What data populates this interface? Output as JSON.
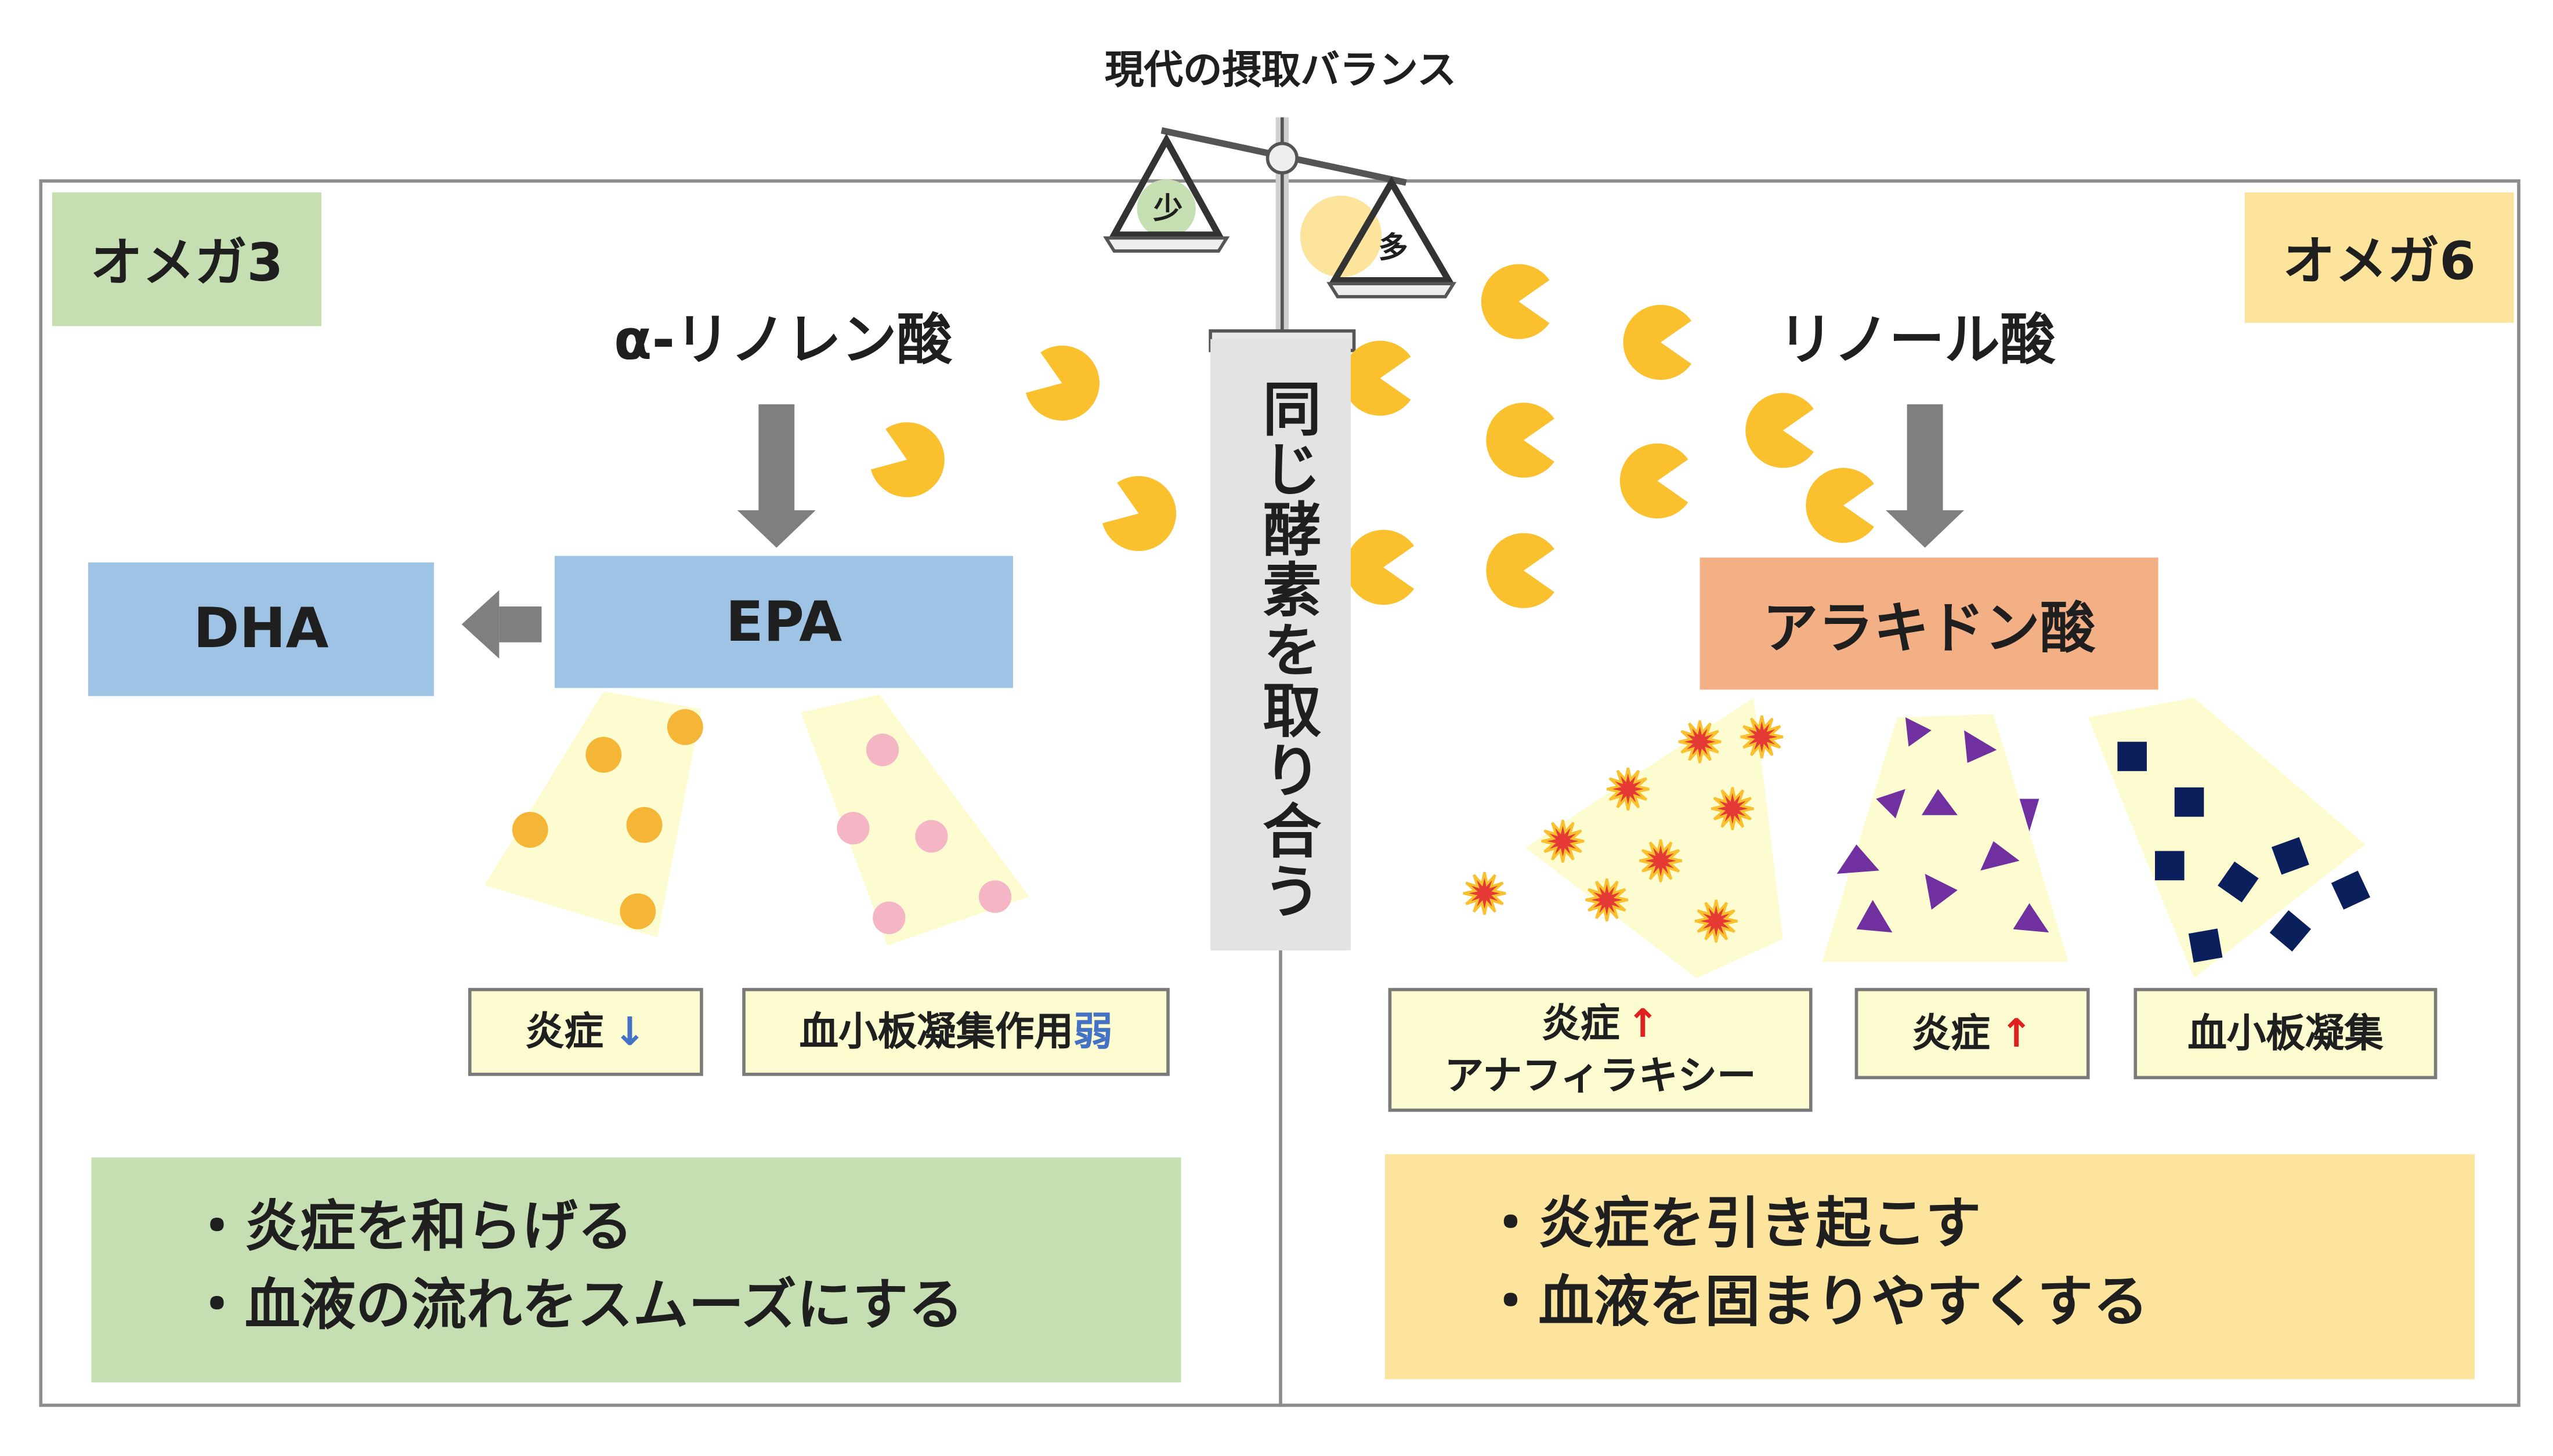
{
  "balance": {
    "title": "現代の摂取バランス",
    "left_pan": "少",
    "right_pan": "多"
  },
  "pole_text": "同じ酵素を取り合う",
  "omega3": {
    "label": "オメガ3",
    "acid": "α-リノレン酸",
    "epa": "EPA",
    "dha": "DHA",
    "effects": [
      {
        "text": "炎症",
        "arrow": "↓",
        "arrow_color": "#4472c4"
      },
      {
        "text": "血小板凝集作用",
        "suffix": "弱",
        "suffix_color": "#4472c4"
      }
    ],
    "summary": [
      "・炎症を和らげる",
      "・血液の流れをスムーズにする"
    ],
    "colors": {
      "label_bg": "#c6dfb2",
      "box": "#9fc3e5"
    }
  },
  "omega6": {
    "label": "オメガ6",
    "acid": "リノール酸",
    "arachidonic": "アラキドン酸",
    "effects": [
      {
        "line1": "炎症",
        "arrow": "↑",
        "arrow_color": "#e02020",
        "line2": "アナフィラキシー"
      },
      {
        "text": "炎症",
        "arrow": "↑",
        "arrow_color": "#e02020"
      },
      {
        "text": "血小板凝集"
      }
    ],
    "summary": [
      "・炎症を引き起こす",
      "・血液を固まりやすくする"
    ],
    "colors": {
      "label_bg": "#fde49c",
      "box": "#f3b085"
    }
  },
  "icons": {
    "enzyme": "pacman-icon",
    "particles": [
      "orange-dot-icon",
      "pink-blob-icon",
      "starburst-icon",
      "purple-triangle-icon",
      "navy-square-icon"
    ],
    "arrow": "down-arrow-icon"
  },
  "palette": {
    "pacman": "#fbc02d",
    "arrow": "#7f7f7f",
    "cone": "#fdfcd0",
    "purple": "#7030a0",
    "navy": "#0b1f5c",
    "star": "#e53935"
  }
}
